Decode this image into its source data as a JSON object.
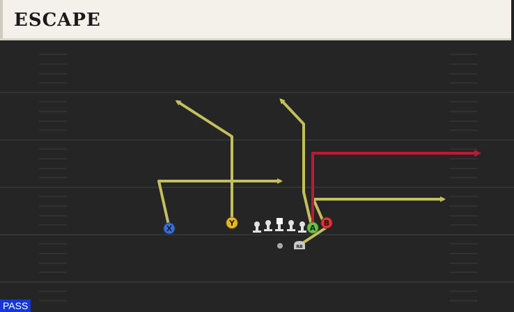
{
  "play": {
    "title": "ESCAPE",
    "type_badge": "PASS"
  },
  "colors": {
    "route_yellow": "#c2bf5c",
    "route_red": "#b81b3a",
    "x_button": "#3a6fd1",
    "y_button": "#e8b825",
    "a_button": "#6bc24a",
    "b_button": "#d8373c",
    "lineman": "#e2e2e2",
    "badge_blue": "#1637d8"
  },
  "players": {
    "x": {
      "label": "X",
      "icon": "x-button-icon",
      "color": "#3a6fd1"
    },
    "y": {
      "label": "Y",
      "icon": "y-button-icon",
      "color": "#e8b825"
    },
    "a": {
      "label": "A",
      "icon": "a-button-icon",
      "color": "#6bc24a"
    },
    "b": {
      "label": "B",
      "icon": "b-button-icon",
      "color": "#d8373c"
    },
    "rb": {
      "label": "RB",
      "icon": "running-back-icon"
    },
    "qb": {
      "icon": "quarterback-icon"
    },
    "linemen": [
      {
        "icon": "lineman-icon"
      },
      {
        "icon": "lineman-icon"
      },
      {
        "icon": "center-icon"
      },
      {
        "icon": "lineman-icon"
      },
      {
        "icon": "lineman-icon"
      }
    ]
  }
}
